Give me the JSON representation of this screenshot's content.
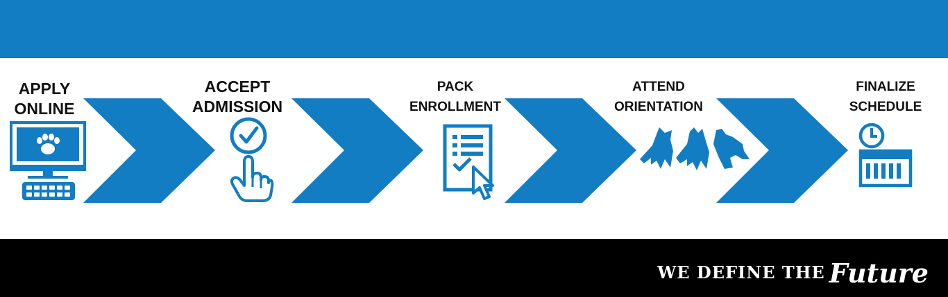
{
  "colors": {
    "brand_blue": "#127dc2",
    "black": "#000000",
    "white": "#ffffff"
  },
  "steps": [
    {
      "line1": "APPLY",
      "line2": "ONLINE",
      "icon": "computer-wolf-paw-icon"
    },
    {
      "line1": "ACCEPT",
      "line2": "ADMISSION",
      "icon": "hand-check-icon"
    },
    {
      "line1": "PACK",
      "line2": "ENROLLMENT",
      "icon": "checklist-cursor-icon"
    },
    {
      "line1": "ATTEND",
      "line2": "ORIENTATION",
      "icon": "wolves-howling-icon"
    },
    {
      "line1": "FINALIZE",
      "line2": "SCHEDULE",
      "icon": "clock-schedule-icon"
    }
  ],
  "tagline": {
    "prefix": "WE DEFINE THE",
    "script": "Future"
  }
}
